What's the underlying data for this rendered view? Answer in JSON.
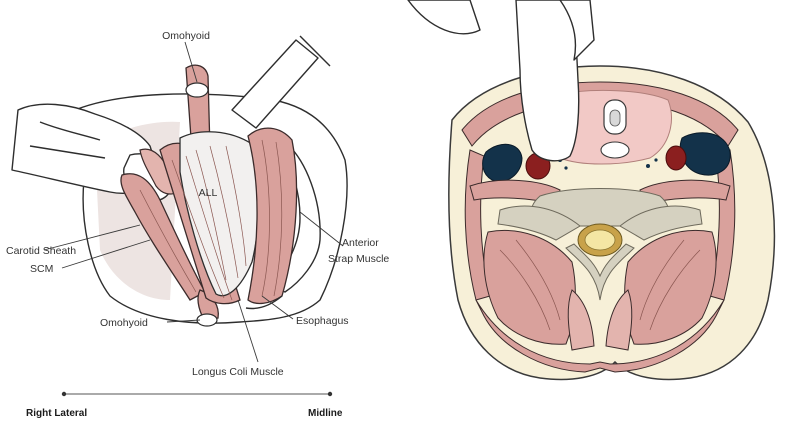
{
  "left_panel": {
    "labels": {
      "omohyoid_top": "Omohyoid",
      "all": "ALL",
      "carotid_sheath": "Carotid Sheath",
      "scm": "SCM",
      "anterior_strap": "Anterior",
      "strap_muscle": "Strap Muscle",
      "omohyoid_bottom": "Omohyoid",
      "esophagus": "Esophagus",
      "longus_coli": "Longus Coli Muscle"
    },
    "axis": {
      "left_label": "Right Lateral",
      "right_label": "Midline"
    }
  },
  "colors": {
    "muscle": "#d9a19c",
    "vein": "#13324a",
    "artery": "#8b1f1f",
    "bone": "#d5d1c0",
    "fat": "#f5ecc8",
    "viscera": "#f2c9c6"
  }
}
